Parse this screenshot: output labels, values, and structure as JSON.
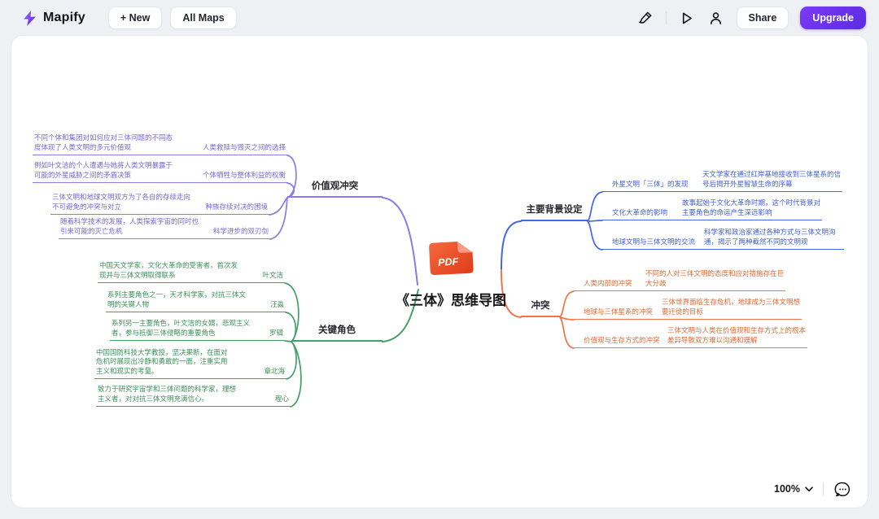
{
  "topbar": {
    "brand": "Mapify",
    "new_label": "+ New",
    "all_maps_label": "All Maps",
    "share_label": "Share",
    "upgrade_label": "Upgrade",
    "icons": [
      "paintbrush-icon",
      "play-icon",
      "user-icon"
    ]
  },
  "map": {
    "center": {
      "file_badge": "PDF",
      "title": "《三体》思维导图"
    },
    "branches": [
      {
        "label": "价值观冲突",
        "color": "#8b7ae8",
        "side": "left",
        "rows": [
          {
            "desc": "不同个体和集团对如何应对三体问题的不同态度体现了人类文明的多元价值观",
            "label": "人类救赎与毁灭之间的选择"
          },
          {
            "desc": "例如叶文洁的个人遭遇与她将人类文明暴露于可能的外星威胁之间的矛盾决策",
            "label": "个体牺牲与整体利益的权衡"
          },
          {
            "desc": "三体文明和地球文明双方为了各自的存续走向不可避免的冲突与对立",
            "label": "种族存续对决的困境"
          },
          {
            "desc": "随着科学技术的发展，人类探索宇宙的同时也引来可能的灭亡危机",
            "label": "科学进步的双刃剑"
          }
        ]
      },
      {
        "label": "关键角色",
        "color": "#43a166",
        "side": "left",
        "rows": [
          {
            "desc": "中国天文学家，文化大革命的受害者，首次发现并与三体文明取得联系",
            "label": "叶文洁"
          },
          {
            "desc": "系列主要角色之一，天才科学家，对抗三体文明的关键人物",
            "label": "汪淼"
          },
          {
            "desc": "系列另一主要角色，叶文洁的女婿，悲观主义者，参与抵御三体侵略的重要角色",
            "label": "罗辑"
          },
          {
            "desc": "中国国防科技大学教授，坚决果断，在面对危机时展现出冷静和勇敢的一面，注重实用主义和现实的考量。",
            "label": "章北海"
          },
          {
            "desc": "致力于研究宇宙学和三体问题的科学家，理想主义者，对对抗三体文明充满信心。",
            "label": "程心"
          }
        ]
      },
      {
        "label": "主要背景设定",
        "color": "#4468e8",
        "side": "right",
        "rows": [
          {
            "label": "外星文明「三体」的发现",
            "desc": "天文学家在通过红岸基地接收到三体星系的信号后揭开外星智慧生命的序幕"
          },
          {
            "label": "文化大革命的影响",
            "desc": "故事起始于文化大革命时期，这个时代背景对主要角色的命运产生深远影响"
          },
          {
            "label": "地球文明与三体文明的交流",
            "desc": "科学家和政治家通过各种方式与三体文明沟通，揭示了两种截然不同的文明观"
          }
        ]
      },
      {
        "label": "冲突",
        "color": "#f0764a",
        "side": "right",
        "rows": [
          {
            "label": "人类内部的冲突",
            "desc": "不同的人对三体文明的态度和应对措施存在巨大分歧"
          },
          {
            "label": "地球与三体星系的冲突",
            "desc": "三体世界面临生存危机，地球成为三体文明想要迁徙的目标"
          },
          {
            "label": "价值观与生存方式的冲突",
            "desc": "三体文明与人类在价值观和生存方式上的根本差异导致双方难以沟通和理解"
          }
        ]
      }
    ]
  },
  "statusbar": {
    "zoom": "100%",
    "icons": [
      "chevron-down-icon",
      "feedback-bubble-icon"
    ]
  },
  "colors": {
    "branch_purple": "#8b7ae8",
    "branch_green": "#43a166",
    "branch_blue": "#4468e8",
    "branch_orange": "#f0764a",
    "upgrade_gradient_start": "#7a3bf5",
    "upgrade_gradient_end": "#5c2be0",
    "pdf_icon": "#ee4f24"
  }
}
